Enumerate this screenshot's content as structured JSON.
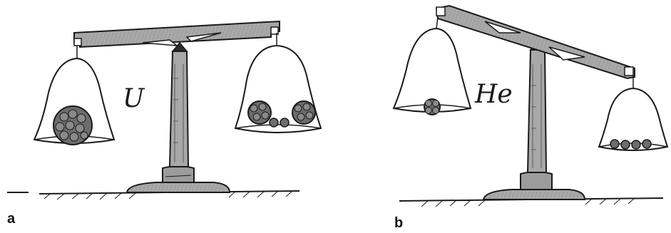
{
  "figure": {
    "panels": [
      {
        "id": "a",
        "label": "a",
        "element_label": "U"
      },
      {
        "id": "b",
        "label": "b",
        "element_label": "He"
      }
    ],
    "colors": {
      "ink": "#1a1a1a",
      "metal": "#a8a8a8",
      "metal_dark": "#7c7c7c",
      "ball": "#6d6d6d"
    }
  }
}
